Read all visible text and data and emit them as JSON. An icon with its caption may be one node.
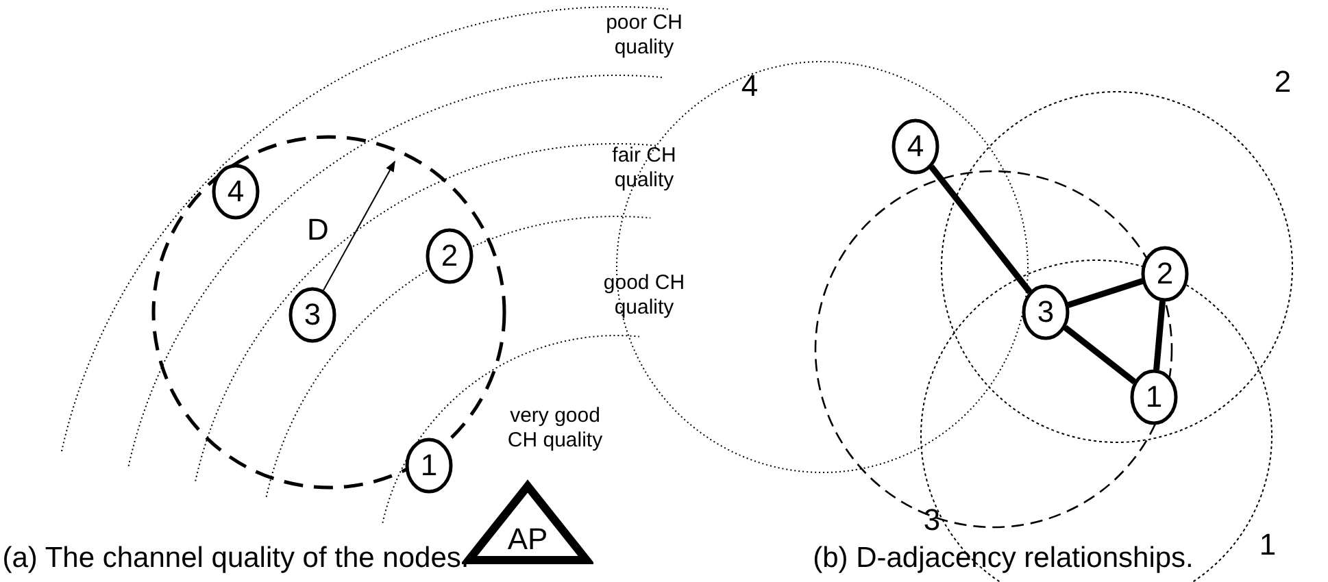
{
  "diagram": {
    "nodes": [
      {
        "text": [
          "4"
        ]
      },
      {
        "text": [
          "3"
        ]
      },
      {
        "text": [
          "2"
        ]
      },
      {
        "text": [
          "1"
        ]
      },
      {
        "text": [
          "AP"
        ]
      },
      {
        "text": [
          "4"
        ]
      },
      {
        "text": [
          "3"
        ]
      },
      {
        "text": [
          "2"
        ]
      },
      {
        "text": [
          "1"
        ]
      }
    ],
    "edges": [
      {
        "from": 5,
        "to": 6,
        "arrow": "none"
      },
      {
        "from": 6,
        "to": 7,
        "arrow": "none"
      },
      {
        "from": 6,
        "to": 8,
        "arrow": "none"
      },
      {
        "from": 7,
        "to": 8,
        "arrow": "none"
      }
    ],
    "labels": [
      "poor CH quality",
      "fair CH quality",
      "good CH quality",
      "very good CH quality",
      "D",
      "4",
      "2",
      "3",
      "1",
      "(a) The channel quality of the nodes.",
      "(b) D-adjacency relationships."
    ]
  }
}
